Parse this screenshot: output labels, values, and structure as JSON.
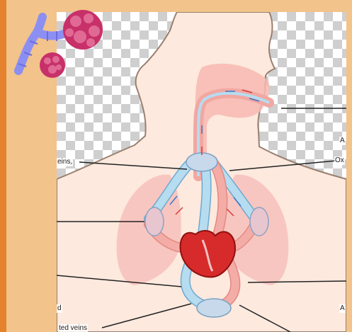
{
  "labels": {
    "left_upper": "eins,",
    "right_upper": "Ox",
    "right_mid_a": "A",
    "left_lower": "d",
    "right_lower": "A",
    "bottom": "ted veins"
  },
  "icons": {
    "logo": "lungs-bronchi-icon"
  },
  "colors": {
    "frame_orange": "#e5822e",
    "background": "#f2c38a",
    "body_skin": "#fde9de",
    "lungs": "#f7c2bd",
    "oxygenated": "#f2a7a1",
    "deoxygenated": "#b6dcf0",
    "heart": "#d72a2a",
    "logo_purple": "#8c8ff2",
    "logo_magenta": "#c8306a"
  }
}
